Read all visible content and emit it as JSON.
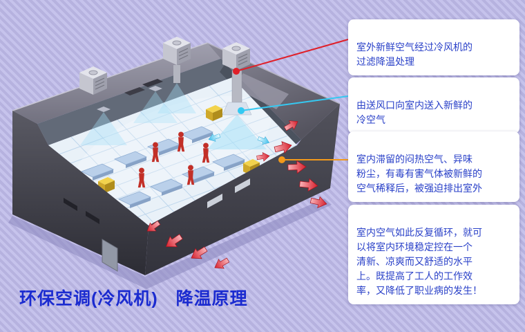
{
  "page": {
    "title": "环保空调(冷风机)　降温原理"
  },
  "callouts": [
    {
      "id": "outdoor-air",
      "text": "室外新鲜空气经过冷风机的\n过滤降温处理",
      "connector_color": "#e01f28"
    },
    {
      "id": "supply-air",
      "text": "由送风口向室内送入新鲜的\n冷空气",
      "connector_color": "#35c9f2"
    },
    {
      "id": "exhaust-air",
      "text": "室内滞留的闷热空气、异味\n粉尘，有毒有害气体被新鲜的\n空气稀释后，被强迫排出室外",
      "connector_color": "#f39a1b"
    },
    {
      "id": "circulation",
      "text": "室内空气如此反复循环，就可\n以将室内环境稳定控在一个\n清新、凉爽而又舒适的水平\n上。既提高了工人的工作效\n率，又降低了职业病的发生！",
      "connector_color": null
    }
  ],
  "illustration": {
    "name": "factory-evaporative-cooling-airflow-diagram"
  },
  "colors": {
    "background_base": "#b6b2df",
    "background_stripe": "#c6c3ec",
    "callout_background": "#ffffff",
    "callout_text": "#2a41c8",
    "title_text": "#1b2bd0",
    "hot_air_arrow": "#d81f2c",
    "cool_air_arrow": "#52c8f0",
    "connector_red": "#e01f28",
    "connector_cyan": "#35c9f2",
    "connector_orange": "#f39a1b"
  }
}
